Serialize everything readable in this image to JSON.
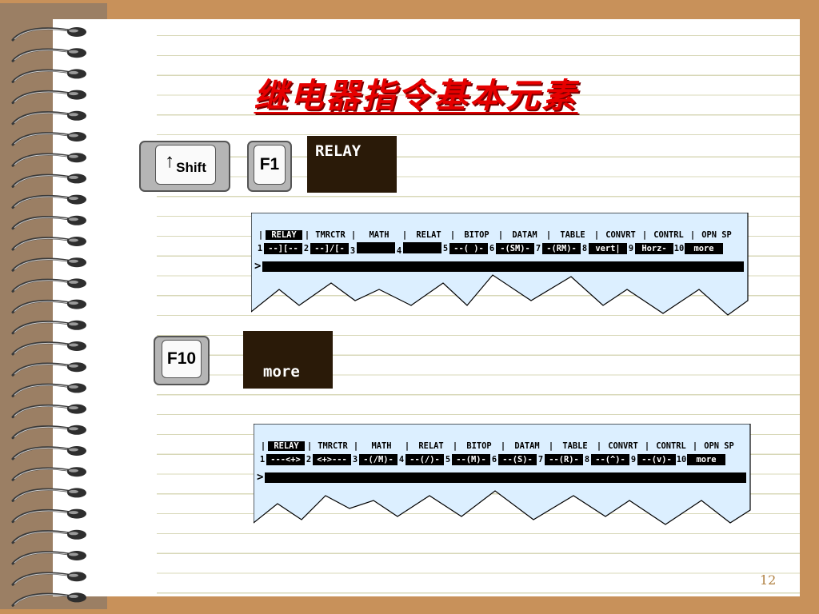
{
  "slide": {
    "title": "继电器指令基本元素",
    "page_number": "12"
  },
  "keys": {
    "shift": {
      "arrow": "↑",
      "label": "Shift"
    },
    "f1": {
      "label": "F1"
    },
    "f10": {
      "label": "F10"
    }
  },
  "softkeys": {
    "relay": "RELAY",
    "more": "more"
  },
  "terminal1": {
    "menu": [
      "RELAY",
      "TMRCTR",
      "MATH",
      "RELAT",
      "BITOP",
      "DATAM",
      "TABLE",
      "CONVRT",
      "CONTRL",
      "OPN SP"
    ],
    "menu_selected": "RELAY",
    "commands": [
      {
        "num": "1",
        "label": "--][--"
      },
      {
        "num": "2",
        "label": "--]/[-"
      },
      {
        "num": "3",
        "label": ""
      },
      {
        "num": "4",
        "label": ""
      },
      {
        "num": "5",
        "label": "--( )-"
      },
      {
        "num": "6",
        "label": "-(SM)-"
      },
      {
        "num": "7",
        "label": "-(RM)-"
      },
      {
        "num": "8",
        "label": "vert|"
      },
      {
        "num": "9",
        "label": "Horz-"
      },
      {
        "num": "10",
        "label": "more"
      }
    ],
    "prompt": ">"
  },
  "terminal2": {
    "menu": [
      "RELAY",
      "TMRCTR",
      "MATH",
      "RELAT",
      "BITOP",
      "DATAM",
      "TABLE",
      "CONVRT",
      "CONTRL",
      "OPN SP"
    ],
    "menu_selected": "RELAY",
    "commands": [
      {
        "num": "1",
        "label": "---<+>"
      },
      {
        "num": "2",
        "label": "<+>---"
      },
      {
        "num": "3",
        "label": "-(/M)-"
      },
      {
        "num": "4",
        "label": "--(/)-"
      },
      {
        "num": "5",
        "label": "--(M)-"
      },
      {
        "num": "6",
        "label": "--(S)-"
      },
      {
        "num": "7",
        "label": "--(R)-"
      },
      {
        "num": "8",
        "label": "--(^)-"
      },
      {
        "num": "9",
        "label": "--(v)-"
      },
      {
        "num": "10",
        "label": "more"
      }
    ],
    "prompt": ">"
  },
  "colors": {
    "title": "#e60000",
    "terminal_bg": "#dcefff",
    "softkey_bg": "#2a1a08",
    "notebook_border": "#c8915a"
  }
}
